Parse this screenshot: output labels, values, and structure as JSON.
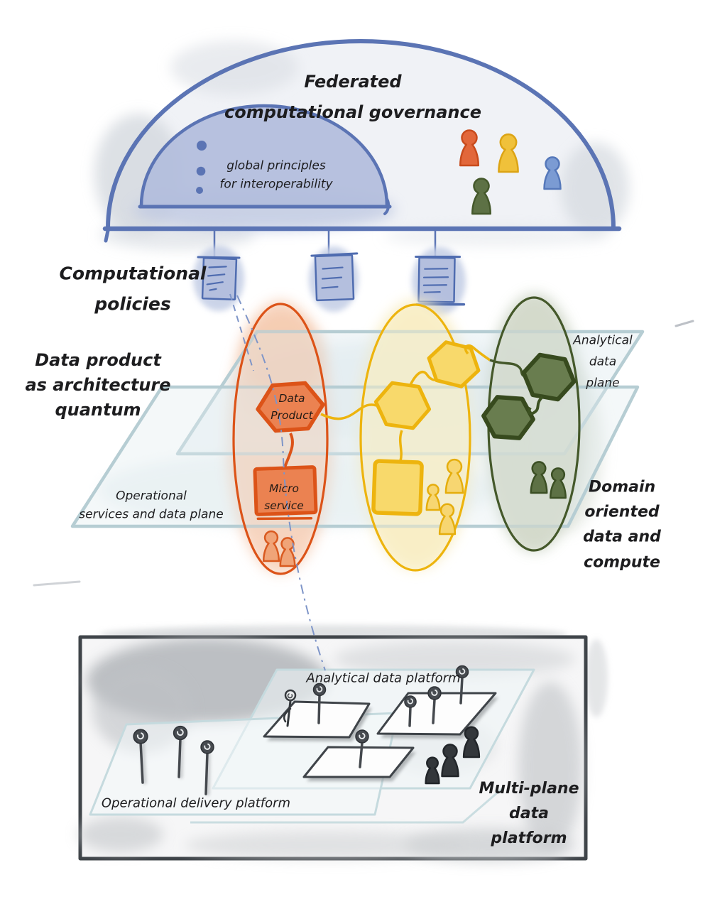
{
  "governance": {
    "title": "Federated\ncomputational governance",
    "principles": "global principles\nfor interoperability"
  },
  "policies": {
    "label": "Computational\npolicies"
  },
  "architecture": {
    "label": "Data product\nas architecture\nquantum"
  },
  "planes": {
    "analytical": "Analytical\ndata\nplane",
    "operational": "Operational\nservices and data plane"
  },
  "domain": {
    "label": "Domain\noriented\ndata and\ncompute"
  },
  "quantum_contents": {
    "data_product": "Data\nProduct",
    "microservice": "Micro\nservice"
  },
  "platform": {
    "label": "Multi-plane\ndata\nplatform",
    "analytical": "Analytical data platform",
    "operational": "Operational delivery platform"
  },
  "icons": {
    "person_pawn": "person-pawn-icon",
    "policy_document": "policy-document-icon",
    "hexagon_node": "hexagon-node-icon",
    "pin": "service-pin-icon"
  },
  "colors": {
    "governance_blue": "#5b74b4",
    "document_fill": "#b4bfde",
    "policy_line_blue": "#7e95c8",
    "orange": "#dc5318",
    "orange_fill": "#eb8251",
    "yellow": "#edb40e",
    "yellow_fill": "#f8d96b",
    "green": "#44582a",
    "green_fill": "#697d4f",
    "plane_stroke": "#b6cdd3",
    "platform_plane_stroke": "#c5dade",
    "platform_dark": "#3f4449",
    "text": "#1d1d1f"
  }
}
